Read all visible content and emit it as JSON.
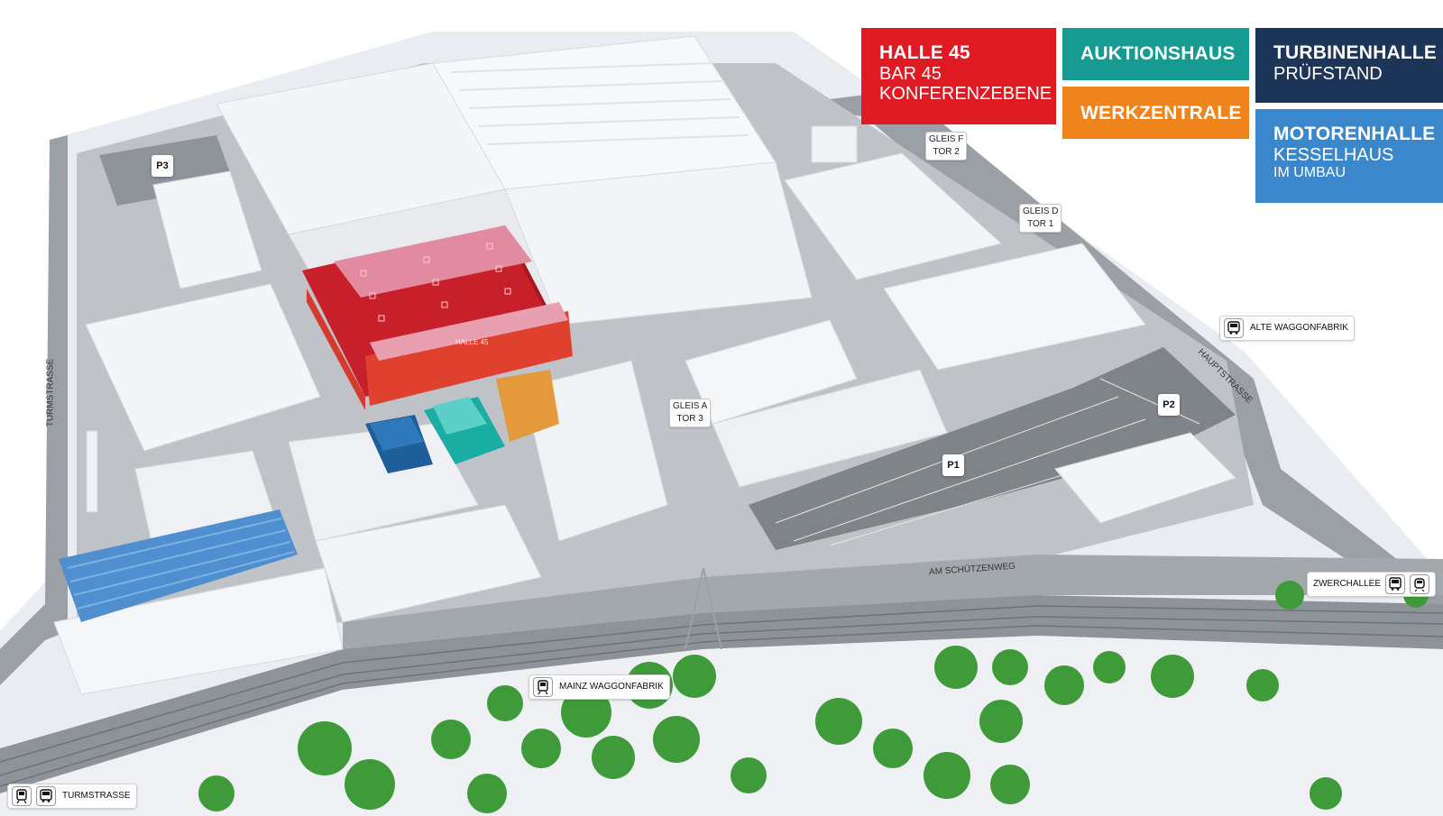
{
  "legend": {
    "halle45": {
      "title": "HALLE 45",
      "line1": "BAR 45",
      "line2": "KONFERENZEBENE",
      "color": "#e01a22"
    },
    "auktionshaus": {
      "title": "AUKTIONSHAUS",
      "color": "#169a92"
    },
    "werkzentrale": {
      "title": "WERKZENTRALE",
      "color": "#f0841c"
    },
    "turbinenhalle": {
      "title": "TURBINENHALLE",
      "line1": "PRÜFSTAND",
      "color": "#1d3557"
    },
    "motorenhalle": {
      "title": "MOTORENHALLE",
      "line1": "KESSELHAUS",
      "line2": "IM UMBAU",
      "color": "#3b87cc"
    }
  },
  "building_sign": "HALLE 45",
  "gates": {
    "gleis_f": {
      "line1": "GLEIS F",
      "line2": "TOR 2"
    },
    "gleis_d": {
      "line1": "GLEIS D",
      "line2": "TOR 1"
    },
    "gleis_a": {
      "line1": "GLEIS A",
      "line2": "TOR 3"
    }
  },
  "parking": {
    "p1": "P1",
    "p2": "P2",
    "p3": "P3"
  },
  "stops": {
    "alte_waggonfabrik": {
      "label": "ALTE WAGGONFABRIK",
      "icon": "bus-icon"
    },
    "zwerchallee": {
      "label": "ZWERCHALLEE",
      "icons": [
        "bus-icon",
        "tram-icon"
      ]
    },
    "mainz_waggonfabrik": {
      "label": "MAINZ WAGGONFABRIK",
      "icon": "train-icon"
    },
    "turmstrasse": {
      "label": "TURMSTRASSE",
      "icons": [
        "train-icon",
        "bus-icon"
      ]
    }
  },
  "streets": {
    "turmstrasse": "TURMSTRASSE",
    "hauptstrasse": "HAUPTSTRASSE",
    "am_schuetzenweg": "AM SCHÜTZENWEG"
  }
}
